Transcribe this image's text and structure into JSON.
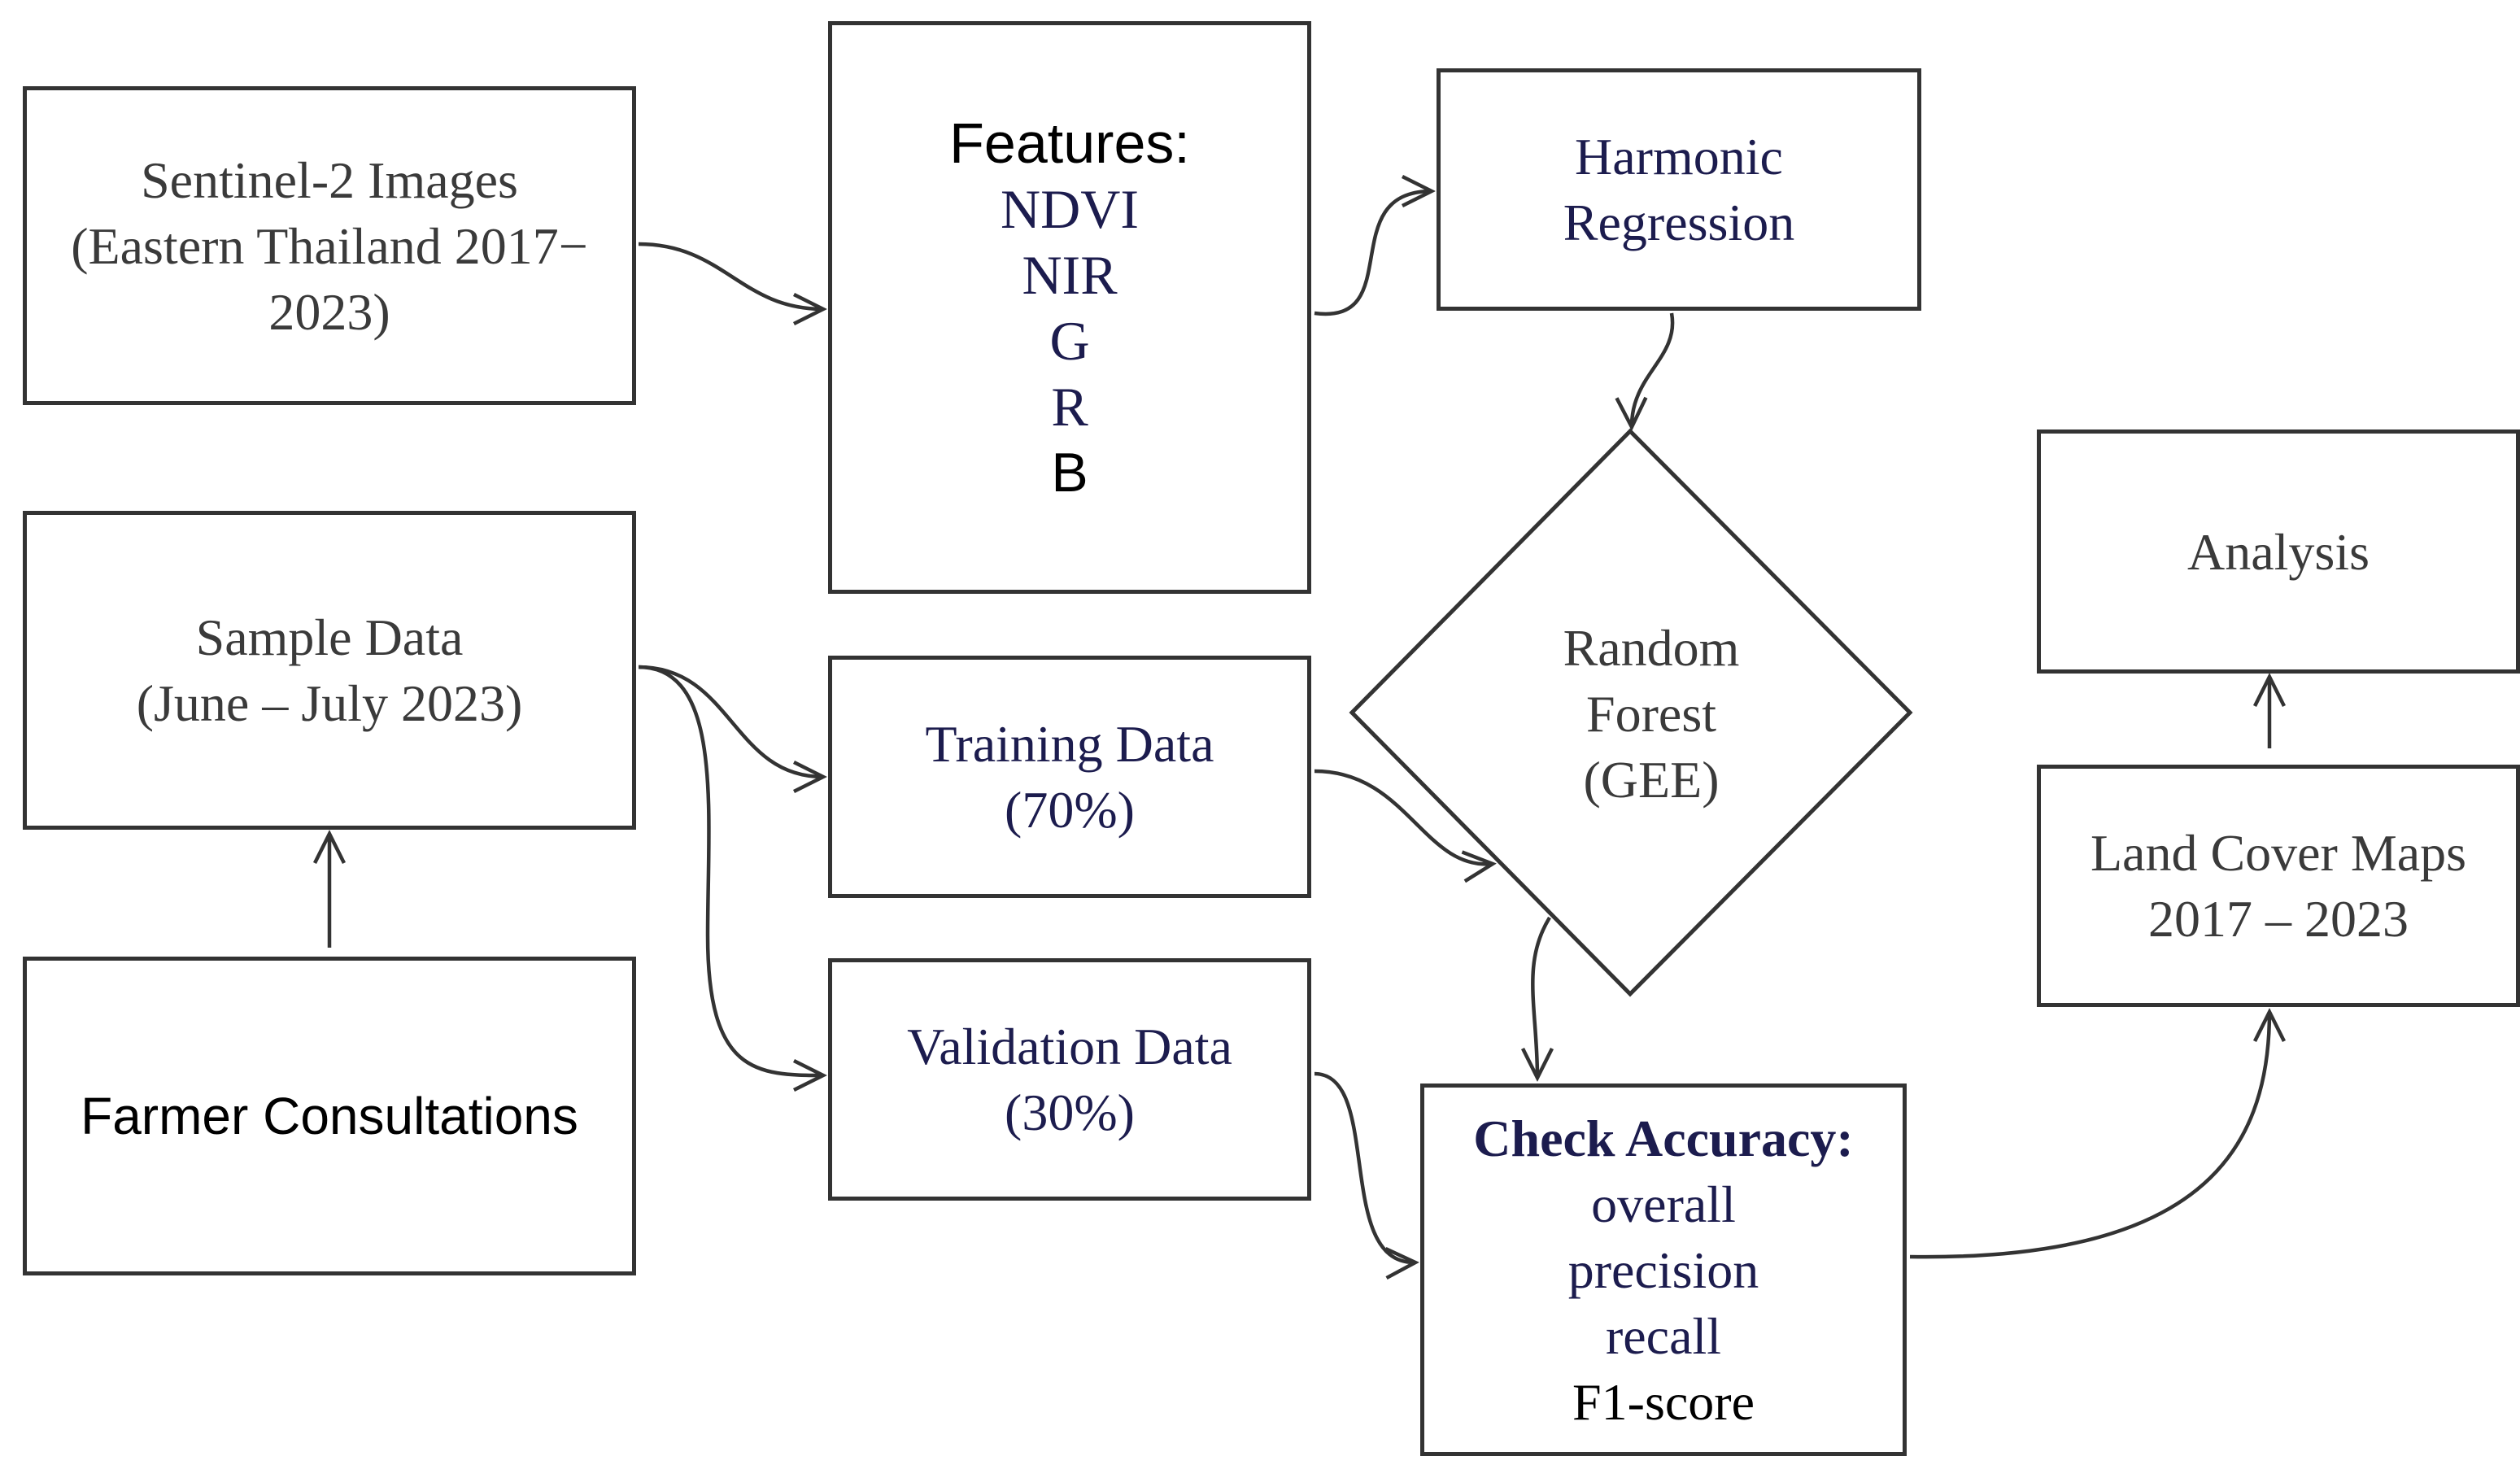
{
  "boxes": {
    "sentinel": {
      "line1": "Sentinel-2 Images",
      "line2": "(Eastern Thailand 2017−",
      "line3": "2023)"
    },
    "features": {
      "title": "Features:",
      "items": [
        "NDVI",
        "NIR",
        "G",
        "R",
        "B"
      ]
    },
    "harmonic": {
      "line1": "Harmonic",
      "line2": "Regression"
    },
    "random_forest": {
      "line1": "Random",
      "line2": "Forest",
      "line3": "(GEE)"
    },
    "analysis": {
      "label": "Analysis"
    },
    "sample": {
      "line1": "Sample Data",
      "line2": "(June – July 2023)"
    },
    "training": {
      "line1": "Training Data",
      "line2": "(70%)"
    },
    "validation": {
      "line1": "Validation Data",
      "line2": "(30%)"
    },
    "farmer": {
      "label": "Farmer Consultations"
    },
    "check": {
      "title": "Check Accuracy:",
      "items": [
        "overall",
        "precision",
        "recall",
        "F1-score"
      ]
    },
    "landcover": {
      "line1": "Land Cover Maps",
      "line2": "2017 – 2023"
    }
  },
  "colors": {
    "stroke": "#333333",
    "navy_text": "#1c1c4e",
    "gray_text": "#3a3a3a",
    "background": "#ffffff"
  }
}
